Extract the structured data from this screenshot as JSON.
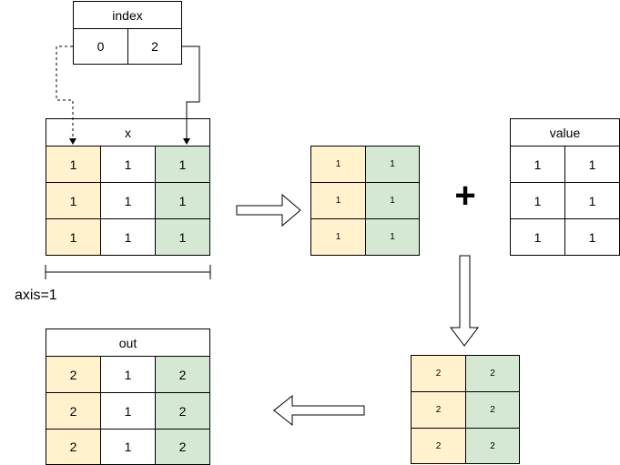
{
  "index": {
    "title": "index",
    "values": [
      "0",
      "2"
    ]
  },
  "x": {
    "title": "x",
    "rows": [
      [
        "1",
        "1",
        "1"
      ],
      [
        "1",
        "1",
        "1"
      ],
      [
        "1",
        "1",
        "1"
      ]
    ]
  },
  "selected": {
    "rows": [
      [
        "1",
        "1"
      ],
      [
        "1",
        "1"
      ],
      [
        "1",
        "1"
      ]
    ]
  },
  "value": {
    "title": "value",
    "rows": [
      [
        "1",
        "1"
      ],
      [
        "1",
        "1"
      ],
      [
        "1",
        "1"
      ]
    ]
  },
  "plus_symbol": "+",
  "summed": {
    "rows": [
      [
        "2",
        "2"
      ],
      [
        "2",
        "2"
      ],
      [
        "2",
        "2"
      ]
    ]
  },
  "out": {
    "title": "out",
    "rows": [
      [
        "2",
        "1",
        "2"
      ],
      [
        "2",
        "1",
        "2"
      ],
      [
        "2",
        "1",
        "2"
      ]
    ]
  },
  "axis_label": "axis=1",
  "colors": {
    "highlight_yellow": "#fff2cc",
    "highlight_green": "#d5e8d4",
    "border": "#000000"
  }
}
